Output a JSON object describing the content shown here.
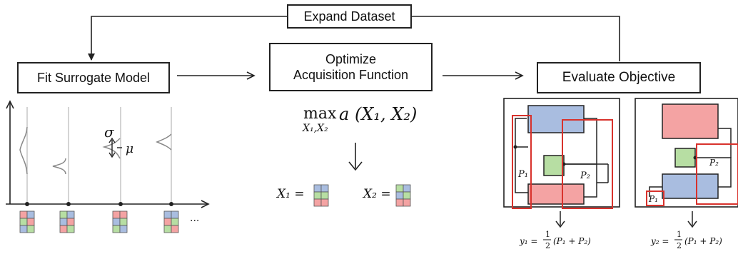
{
  "boxes": {
    "expand": "Expand Dataset",
    "fit": "Fit Surrogate Model",
    "optimize_line1": "Optimize",
    "optimize_line2": "Acquisition Function",
    "evaluate": "Evaluate Objective"
  },
  "surrogate": {
    "sigma": "σ",
    "mu": "μ",
    "ellipsis": "..."
  },
  "acquisition": {
    "max_label": "max",
    "subscript": "X₁,X₂",
    "expression": "a (X₁, X₂)",
    "x1_label": "X₁ =",
    "x2_label": "X₂ ="
  },
  "objective": {
    "p1": "P₁",
    "p2": "P₂",
    "y1_lhs": "y₁ =",
    "y2_lhs": "y₂ =",
    "frac_num": "1",
    "frac_den": "2",
    "rhs": "(P₁ + P₂)"
  },
  "colors": {
    "red": "#f4a3a3",
    "blue": "#a9bde0",
    "green": "#b7dea3",
    "outline_red": "#d8322c",
    "grid": "#555555"
  }
}
